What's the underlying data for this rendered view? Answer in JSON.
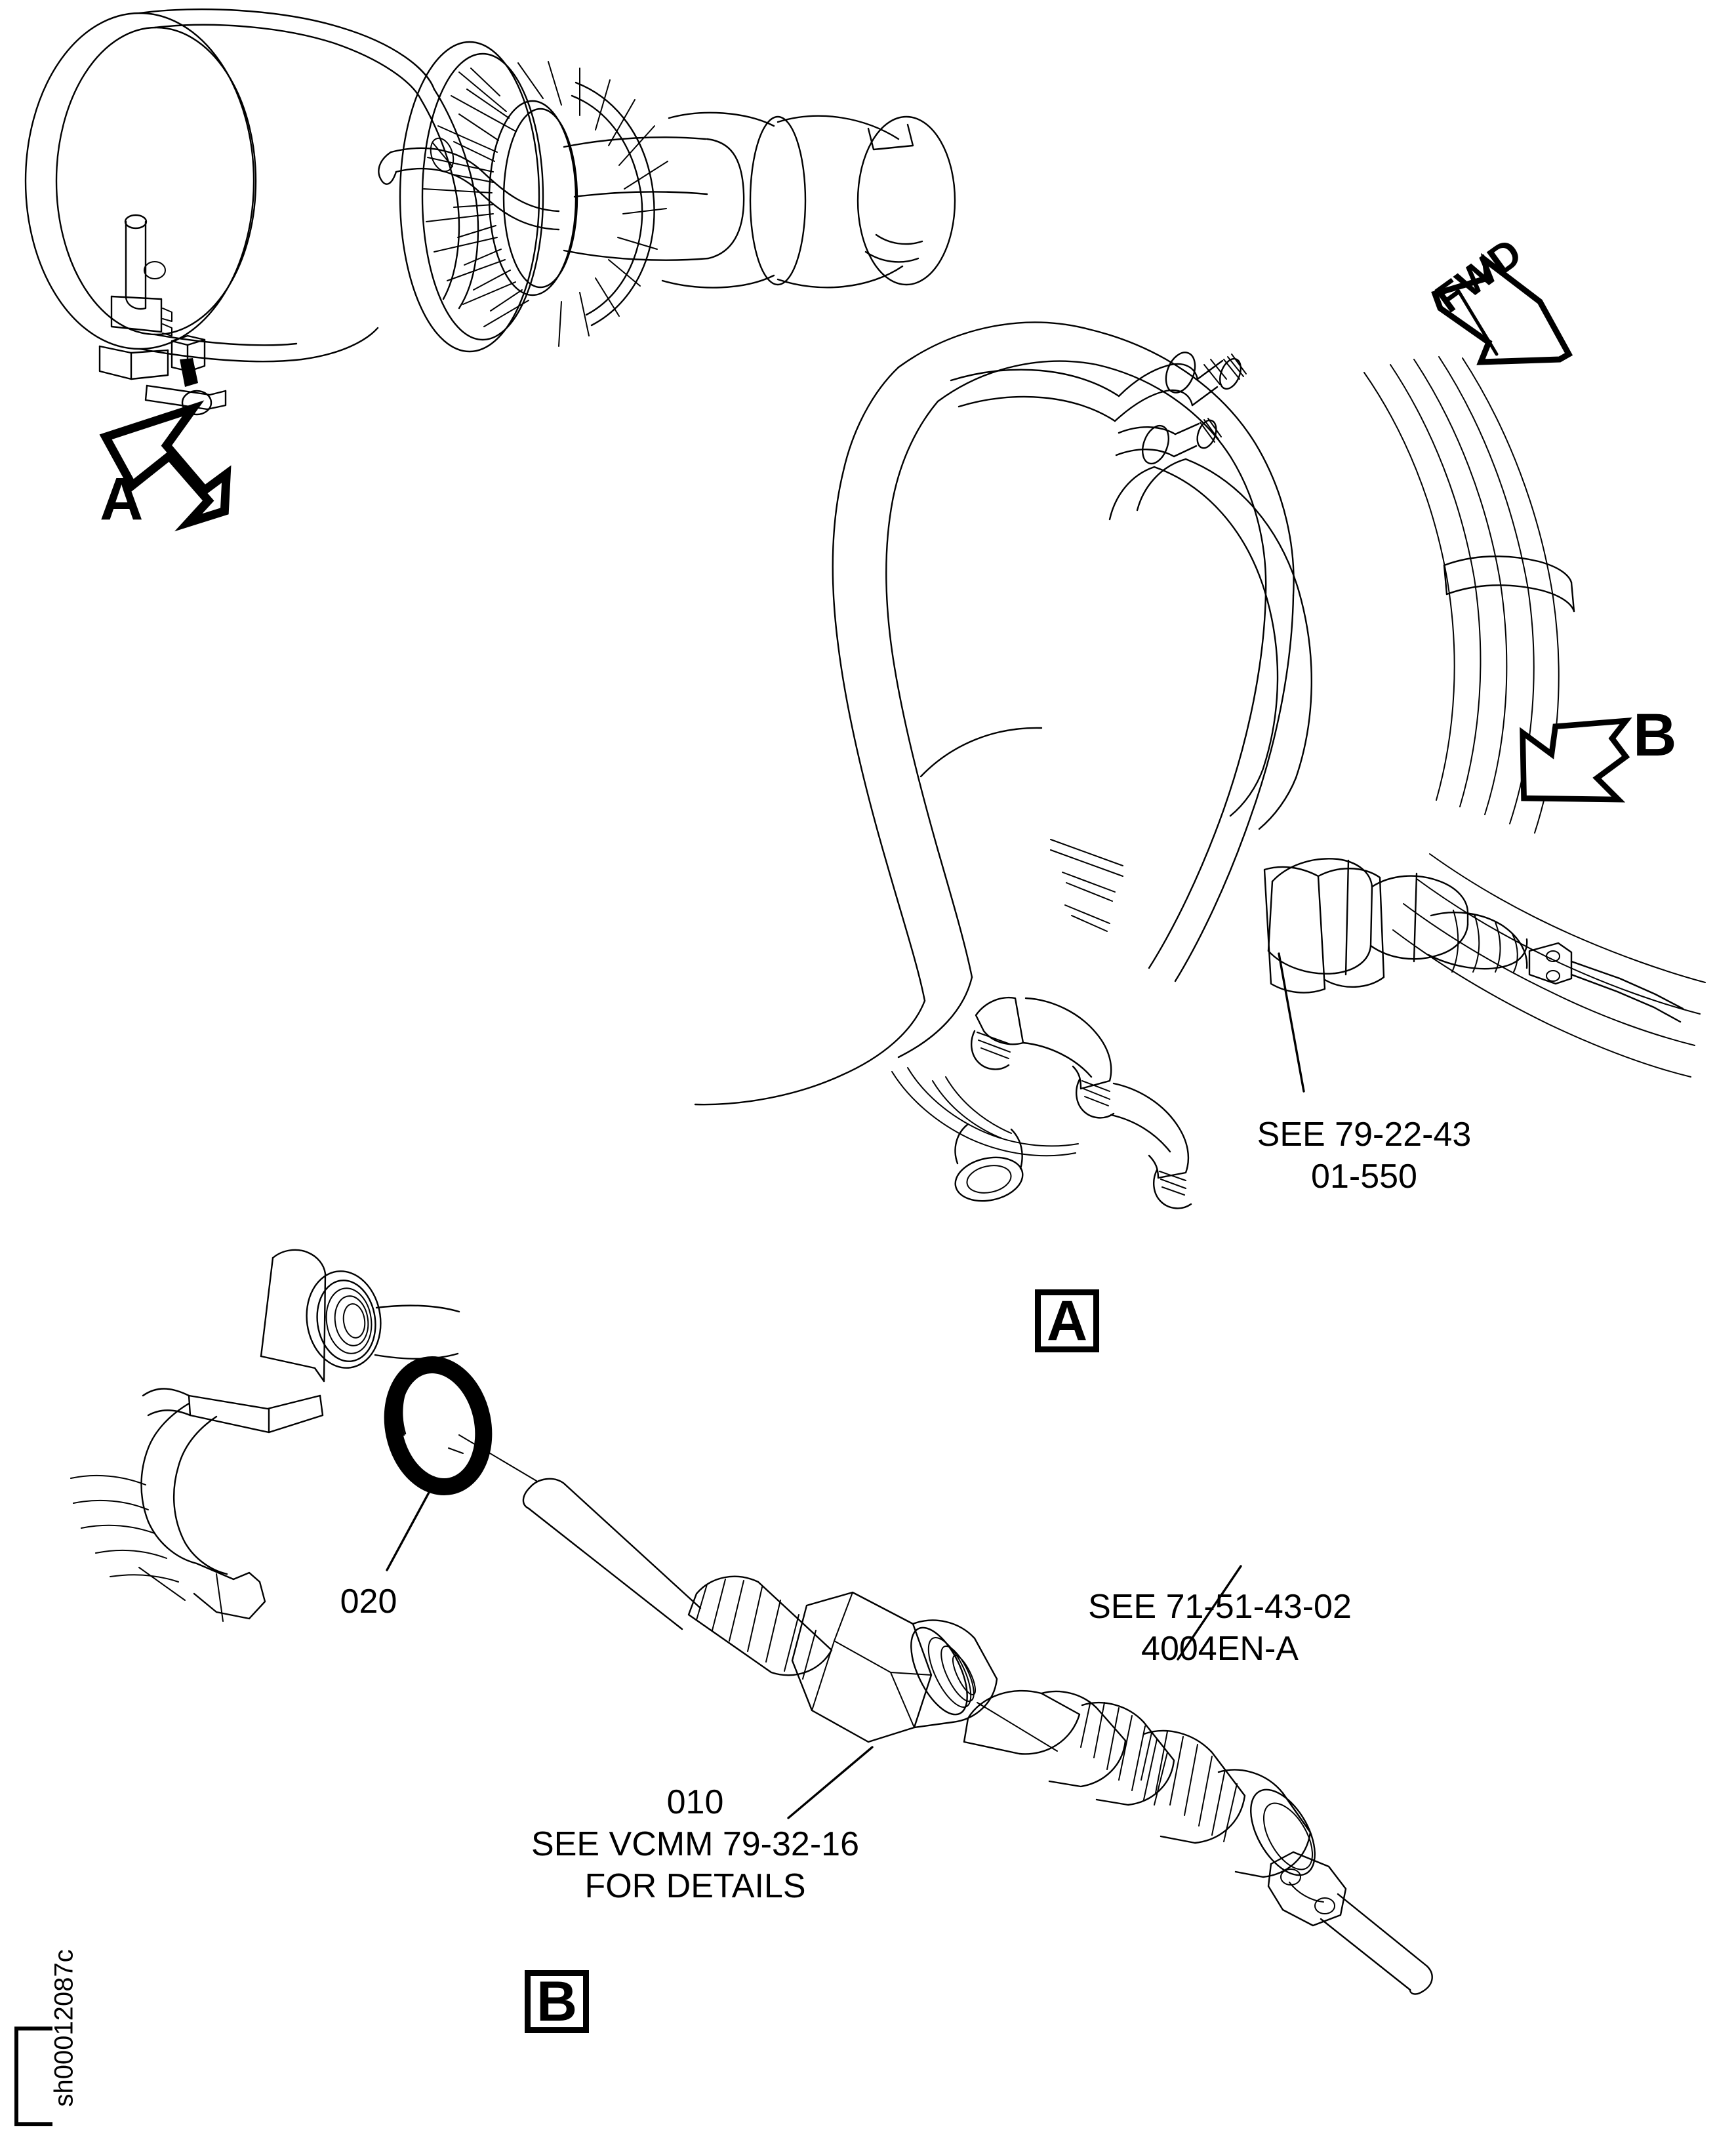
{
  "document": {
    "type": "technical-illustration",
    "figure_id": "sh00012087c",
    "background_color": "#ffffff",
    "line_color": "#000000"
  },
  "direction_indicator": {
    "label": "FWD",
    "name": "forward-direction-arrow"
  },
  "view_arrows": [
    {
      "letter": "A",
      "name": "view-arrow-a",
      "points": "up-left"
    },
    {
      "letter": "B",
      "name": "view-arrow-b",
      "points": "left"
    }
  ],
  "view_labels": [
    {
      "letter": "A",
      "name": "detail-view-label-a"
    },
    {
      "letter": "B",
      "name": "detail-view-label-b"
    }
  ],
  "callouts": [
    {
      "name": "callout-see-79-22-43",
      "lines": [
        "SEE 79-22-43",
        "01-550"
      ],
      "line1": "SEE 79-22-43",
      "line2": "01-550"
    },
    {
      "name": "callout-see-71-51-43-02",
      "lines": [
        "SEE 71-51-43-02",
        "4004EN-A"
      ],
      "line1": "SEE 71-51-43-02",
      "line2": "4004EN-A"
    },
    {
      "name": "callout-item-010",
      "lines": [
        "010",
        "SEE VCMM 79-32-16",
        "FOR DETAILS"
      ],
      "line1": "010",
      "line2": "SEE VCMM 79-32-16",
      "line3": "FOR DETAILS"
    },
    {
      "name": "callout-item-020",
      "lines": [
        "020"
      ],
      "line1": "020"
    }
  ],
  "part_items": [
    {
      "item_number": "010",
      "description": "temperature probe / sensor body"
    },
    {
      "item_number": "020",
      "description": "o-ring seal"
    }
  ],
  "components": [
    {
      "name": "engine-fan-exhaust-assembly",
      "view": "main-upper-left"
    },
    {
      "name": "engine-casing-tubing-assembly",
      "view": "main-right"
    },
    {
      "name": "gearbox-housing",
      "view": "main-right-lower"
    },
    {
      "name": "wire-harness-bundle",
      "view": "main-right"
    },
    {
      "name": "o-ring-seal",
      "view": "detail-b"
    },
    {
      "name": "sensor-probe",
      "view": "detail-b"
    },
    {
      "name": "electrical-connector",
      "view": "detail-b"
    },
    {
      "name": "threaded-port-boss",
      "view": "detail-b"
    }
  ]
}
